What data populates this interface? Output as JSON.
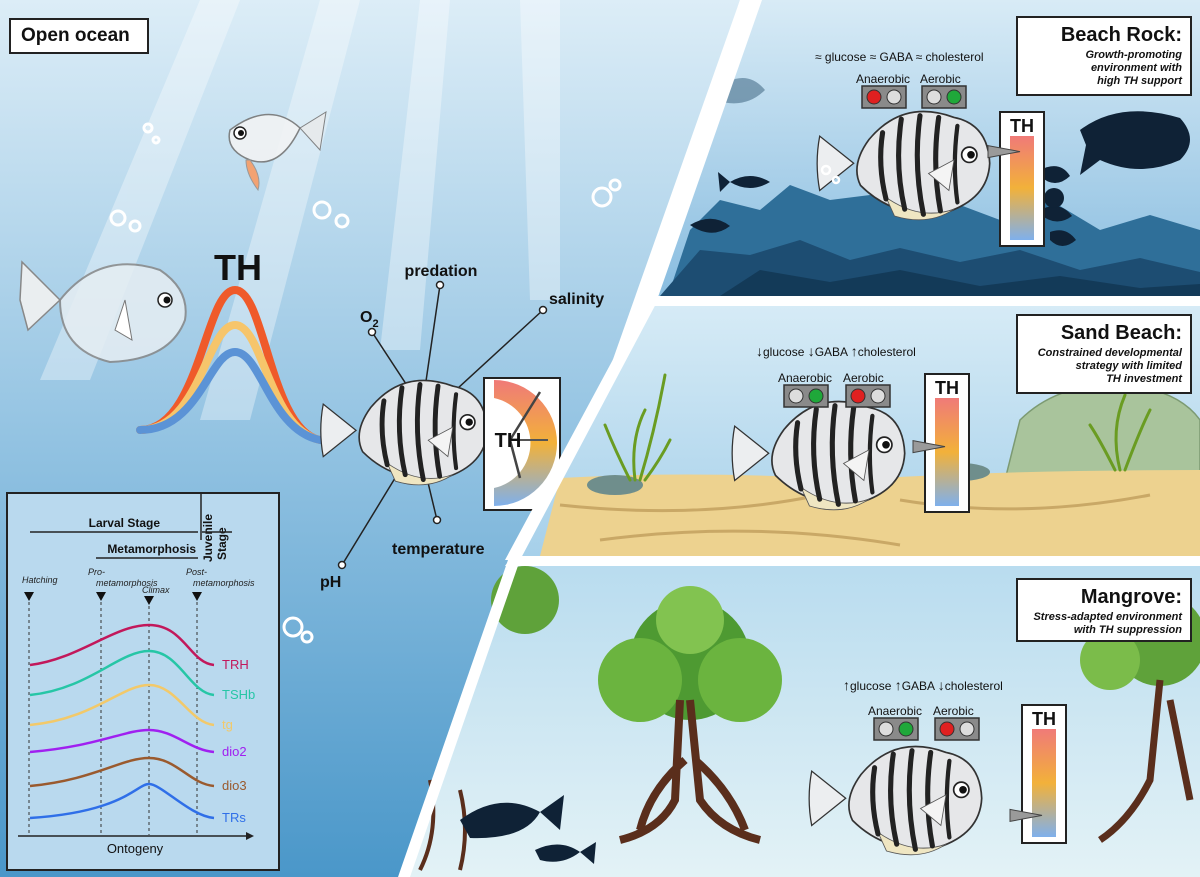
{
  "open_ocean": {
    "title": "Open ocean",
    "th_label": "TH",
    "th_gauge_label": "TH",
    "factors": {
      "predation": "predation",
      "o2": "O",
      "o2_sub": "2",
      "salinity": "salinity",
      "temperature": "temperature",
      "ph": "pH"
    }
  },
  "development_chart": {
    "stage_larval": "Larval Stage",
    "stage_metamorphosis": "Metamorphosis",
    "stage_juvenile_line1": "Juvenile",
    "stage_juvenile_line2": "Stage",
    "timepoints": {
      "hatching": "Hatching",
      "pro_line1": "Pro-",
      "pro_line2": "metamorphosis",
      "climax": "Climax",
      "post_line1": "Post-",
      "post_line2": "metamorphosis"
    },
    "xlabel": "Ontogeny",
    "series": [
      {
        "name": "TRH",
        "color": "#c2185b"
      },
      {
        "name": "TSHb",
        "color": "#26c6a6"
      },
      {
        "name": "tg",
        "color": "#f2c96a"
      },
      {
        "name": "dio2",
        "color": "#a020f0"
      },
      {
        "name": "dio3",
        "color": "#9a5a2e"
      },
      {
        "name": "TRs",
        "color": "#2f6fe8"
      }
    ]
  },
  "habitats": [
    {
      "title": "Beach Rock:",
      "desc_line1": "Growth-promoting",
      "desc_line2": "environment with",
      "desc_line3": "high TH support",
      "metabolites": {
        "glucose": "≈ glucose",
        "gaba": "≈ GABA",
        "cholesterol": "≈ cholesterol"
      },
      "anaerobic": "Anaerobic",
      "aerobic": "Aerobic",
      "anaerobic_light": "red",
      "aerobic_light": "green",
      "th_label": "TH",
      "th_level": 0.85
    },
    {
      "title": "Sand Beach:",
      "desc_line1": "Constrained developmental",
      "desc_line2": "strategy with limited",
      "desc_line3": "TH investment",
      "metabolites": {
        "glucose_arrow": "↓",
        "glucose": "glucose",
        "gaba_arrow": "↓",
        "gaba": "GABA",
        "cholesterol_arrow": "↑",
        "cholesterol": "cholesterol"
      },
      "anaerobic": "Anaerobic",
      "aerobic": "Aerobic",
      "anaerobic_light": "green",
      "aerobic_light": "red",
      "th_label": "TH",
      "th_level": 0.55
    },
    {
      "title": "Mangrove:",
      "desc_line1": "Stress-adapted environment",
      "desc_line2": "with TH suppression",
      "metabolites": {
        "glucose_arrow": "↑",
        "glucose": "glucose",
        "gaba_arrow": "↑",
        "gaba": "GABA",
        "cholesterol_arrow": "↓",
        "cholesterol": "cholesterol"
      },
      "anaerobic": "Anaerobic",
      "aerobic": "Aerobic",
      "anaerobic_light": "green",
      "aerobic_light": "red",
      "th_label": "TH",
      "th_level": 0.2
    }
  ],
  "colors": {
    "ocean_top": "#d9ecf7",
    "ocean_bottom": "#4f9bcb",
    "th_outer": "#ef5a2a",
    "th_middle": "#f6c56b",
    "th_inner": "#5b93d6",
    "light_red": "#e02020",
    "light_green": "#1fa83a"
  }
}
